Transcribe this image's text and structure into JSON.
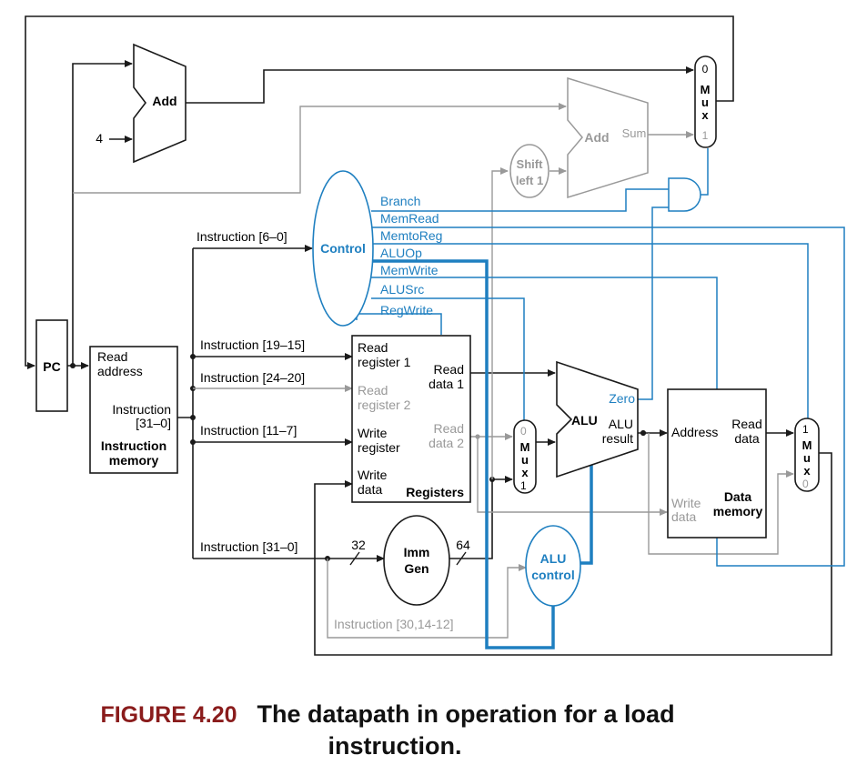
{
  "colors": {
    "black": "#1a1a1a",
    "gray": "#999999",
    "blue": "#1e7fc0",
    "figure_label": "#8a1c1c"
  },
  "caption": {
    "figure_label": "FIGURE 4.20",
    "title_line1": "The datapath in operation for a load",
    "title_line2": "instruction."
  },
  "units": {
    "pc": "PC",
    "add_pc": "Add",
    "constant_four": "4",
    "add_branch": "Add",
    "sum": "Sum",
    "shift_left": [
      "Shift",
      "left 1"
    ],
    "mux_letters": [
      "M",
      "u",
      "x"
    ],
    "mux_top_inputs": [
      "0",
      "1"
    ],
    "mux_alu_inputs": [
      "0",
      "1"
    ],
    "mux_mem_inputs": [
      "1",
      "0"
    ],
    "instruction_memory": {
      "read_address": [
        "Read",
        "address"
      ],
      "instruction_out": [
        "Instruction",
        "[31–0]"
      ],
      "title": [
        "Instruction",
        "memory"
      ]
    },
    "control": "Control",
    "control_signals": [
      "Branch",
      "MemRead",
      "MemtoReg",
      "ALUOp",
      "MemWrite",
      "ALUSrc",
      "RegWrite"
    ],
    "registers": {
      "read_reg1": [
        "Read",
        "register 1"
      ],
      "read_reg2": [
        "Read",
        "register 2"
      ],
      "write_reg": [
        "Write",
        "register"
      ],
      "write_data": [
        "Write",
        "data"
      ],
      "read_data1": [
        "Read",
        "data 1"
      ],
      "read_data2": [
        "Read",
        "data 2"
      ],
      "title": "Registers"
    },
    "alu": {
      "label": "ALU",
      "zero": "Zero",
      "result": [
        "ALU",
        "result"
      ]
    },
    "data_memory": {
      "address": "Address",
      "read_data": [
        "Read",
        "data"
      ],
      "write_data": [
        "Write",
        "data"
      ],
      "title": [
        "Data",
        "memory"
      ]
    },
    "imm_gen": [
      "Imm",
      "Gen"
    ],
    "bits_in": "32",
    "bits_out": "64",
    "alu_control": [
      "ALU",
      "control"
    ]
  },
  "instruction_fields": {
    "opcode": "Instruction [6–0]",
    "rs1": "Instruction [19–15]",
    "rs2": "Instruction [24–20]",
    "rd": "Instruction [11–7]",
    "imm": "Instruction [31–0]",
    "funct": "Instruction [30,14-12]"
  }
}
